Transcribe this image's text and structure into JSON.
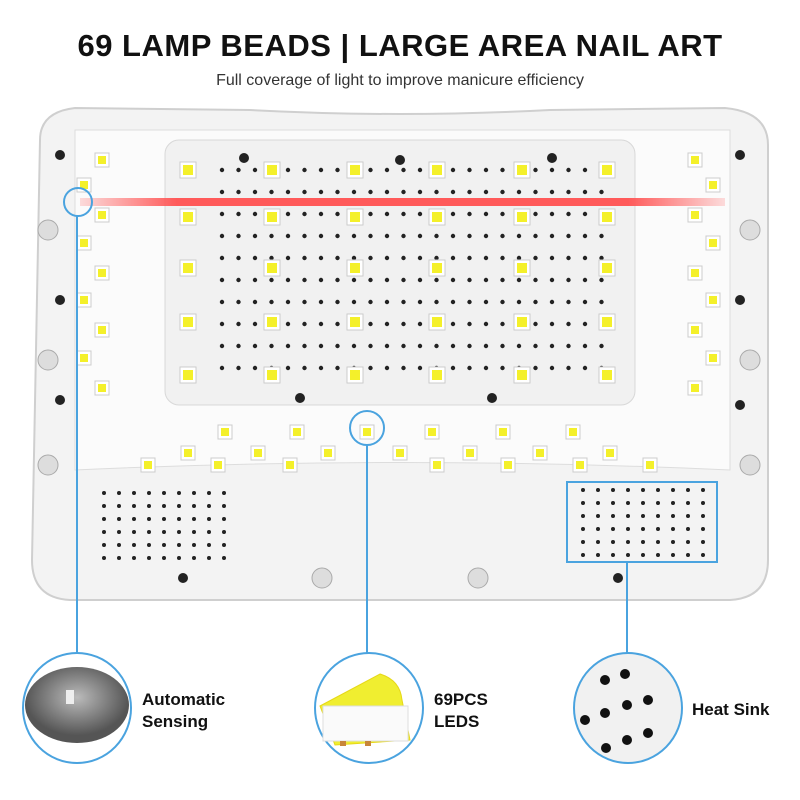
{
  "header": {
    "title": "69 LAMP BEADS | LARGE AREA NAIL ART",
    "subtitle": "Full coverage of light to improve manicure efficiency"
  },
  "features": [
    {
      "label_line1": "Automatic",
      "label_line2": "Sensing",
      "icon": "sensor-icon"
    },
    {
      "label_line1": "69PCS",
      "label_line2": "LEDS",
      "icon": "led-chip-icon"
    },
    {
      "label_line1": "Heat Sink",
      "label_line2": "",
      "icon": "heat-sink-icon"
    }
  ],
  "colors": {
    "accent": "#4aa3df",
    "laser": "#ff5a5a",
    "led": "#f4f02a"
  }
}
